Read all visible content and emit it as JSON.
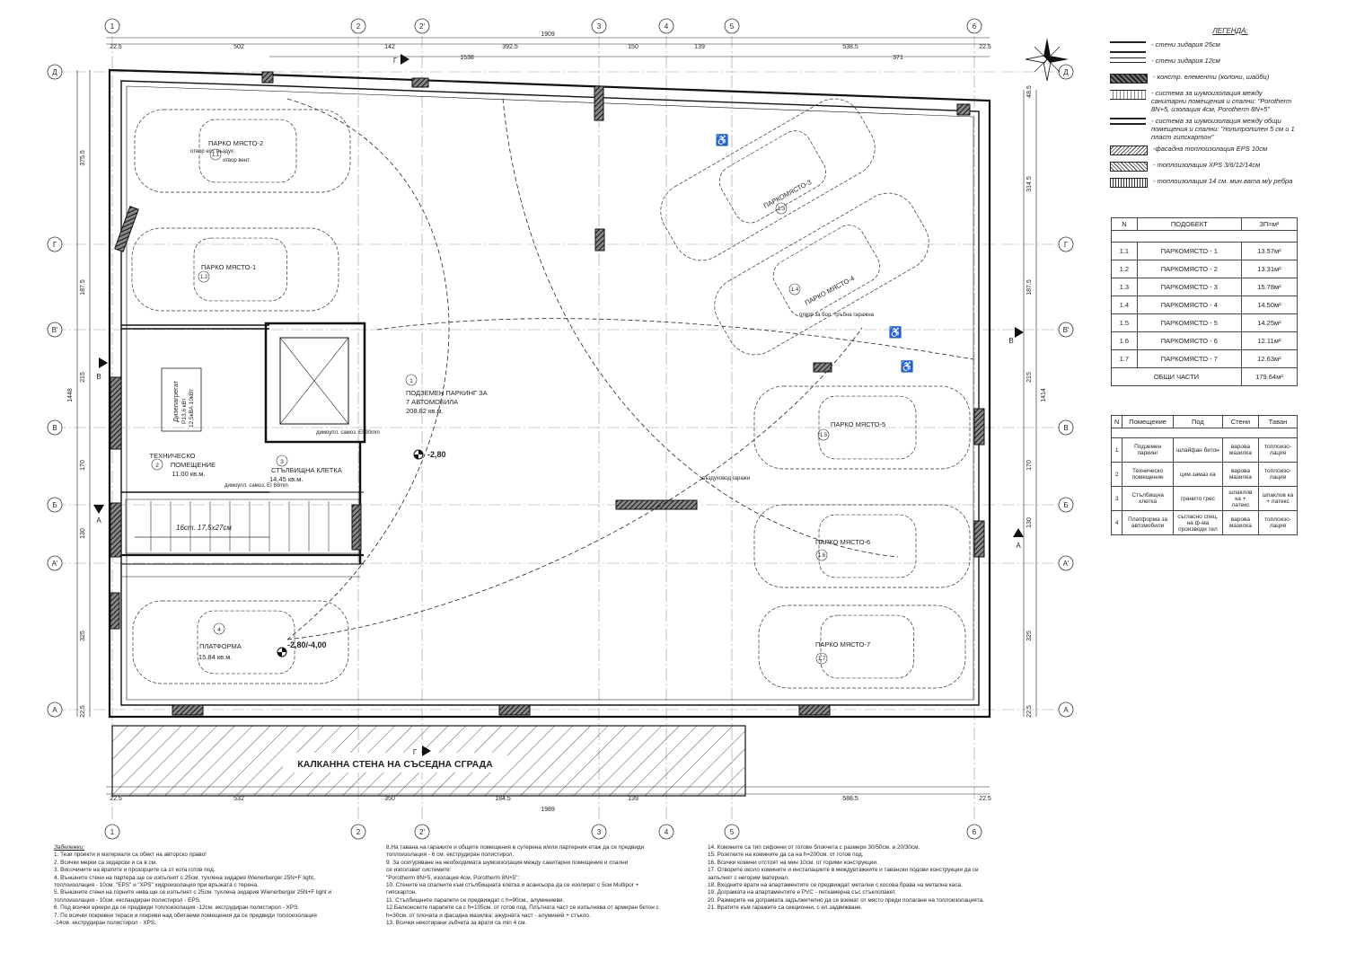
{
  "legend": {
    "title": "ЛЕГЕНДА:",
    "items": [
      {
        "swatch": "wall25",
        "label": "- стени зидария 25см"
      },
      {
        "swatch": "wall12",
        "label": "- стени зидария 12см"
      },
      {
        "swatch": "concrete",
        "label": "- констр. елементи (колони, шайби)"
      },
      {
        "swatch": "acoustic1",
        "label": "- система за шумоизолация между санитарни помещения и спални: \"Porotherm 8N+5, изолация 4см, Porotherm 8N+5\""
      },
      {
        "swatch": "acoustic2",
        "label": "- система за шумоизолация между общи помещения и спални: \"полипропилен 5 см и 1 пласт гипскартон\""
      },
      {
        "swatch": "eps",
        "label": "-фасадна топлоизолация EPS 10см"
      },
      {
        "swatch": "xps",
        "label": "- топлоизолация XPS 3/6/12/14см"
      },
      {
        "swatch": "wool",
        "label": "- топлоизолация 14 см. мин.вата м/у ребра"
      }
    ]
  },
  "areas_table": {
    "headers": [
      "N",
      "ПОДОБЕКТ",
      "ЗП=м²"
    ],
    "rows": [
      [
        "1.1",
        "ПАРКОМЯСТО - 1",
        "13.57м²"
      ],
      [
        "1.2",
        "ПАРКОМЯСТО - 2",
        "13.31м²"
      ],
      [
        "1.3",
        "ПАРКОМЯСТО - 3",
        "15.78м²"
      ],
      [
        "1.4",
        "ПАРКОМЯСТО - 4",
        "14.50м²"
      ],
      [
        "1.5",
        "ПАРКОМЯСТО - 5",
        "14.25м²"
      ],
      [
        "1.6",
        "ПАРКОМЯСТО - 6",
        "12.11м²"
      ],
      [
        "1.7",
        "ПАРКОМЯСТО - 7",
        "12.63м²"
      ]
    ],
    "total_label": "ОБЩИ ЧАСТИ",
    "total_value": "179.64м²"
  },
  "rooms_table": {
    "headers": [
      "N",
      "Помещение",
      "Под",
      "Стени",
      "Таван"
    ],
    "rows": [
      [
        "1",
        "Подземен паркинг",
        "шлайфан бетон",
        "варова мазилка",
        "топлоизо- лация"
      ],
      [
        "2",
        "Техническо помещение",
        "цим.замаз ка",
        "варова мазилка",
        "топлоизо- лация"
      ],
      [
        "3",
        "Стълбищна клетка",
        "гранито грес",
        "шпаклов ка + латекс",
        "шпаклов ка + латекс"
      ],
      [
        "4",
        "Платформа за автомобили",
        "съгласно спец. на ф-ма производи тел",
        "варова мазилка",
        "топлоизо- лация"
      ]
    ]
  },
  "plan": {
    "axes_numeric": [
      "1",
      "2",
      "2'",
      "3",
      "4",
      "5",
      "6"
    ],
    "axes_letter": [
      "Д",
      "Г",
      "В'",
      "В",
      "Б",
      "А'",
      "А"
    ],
    "top_dims": [
      "22.5",
      "502",
      "142",
      "392.5",
      "150",
      "139",
      "538.5",
      "22.5"
    ],
    "top_total": "1909",
    "top_dims2": [
      "1538",
      "371"
    ],
    "bottom_dims": [
      "22.5",
      "532",
      "350",
      "184.5",
      "139",
      "588.5",
      "22.5"
    ],
    "bottom_total": "1989",
    "left_dims": [
      "375.5",
      "187.5",
      "215",
      "170",
      "130",
      "325",
      "22.5"
    ],
    "left_total": "1448",
    "right_dims": [
      "48.5",
      "314.5",
      "187.5",
      "215",
      "170",
      "130",
      "325",
      "22.5"
    ],
    "right_total": "1414",
    "rooms": [
      {
        "label": "ПАРКО МЯСТО-2",
        "tag": "1.1"
      },
      {
        "label": "ПАРКО МЯСТО-1",
        "tag": "1.2"
      },
      {
        "label": "ПАРКОМЯСТО-3",
        "tag": "1.3"
      },
      {
        "label": "ПАРКО МЯСТО-4",
        "tag": "1.4"
      },
      {
        "label": "ПАРКО МЯСТО-5",
        "tag": "1.5"
      },
      {
        "label": "ПАРКО МЯСТО-6",
        "tag": "1.6"
      },
      {
        "label": "ПАРКО МЯСТО-7",
        "tag": "1.7"
      }
    ],
    "main_parking": {
      "no": "1",
      "l1": "ПОДЗЕМЕН ПАРКИНГ ЗА",
      "l2": "7 АВТОМОБИЛА",
      "l3": "208.82 кв.м."
    },
    "tech": {
      "no": "2",
      "l1": "ТЕХНИЧЕСКО",
      "l2": "ПОМЕЩЕНИЕ",
      "l3": "11.00 кв.м."
    },
    "stair": {
      "no": "3",
      "l1": "СТЪЛБИЩНА КЛЕТКА",
      "l2": "14.45 кв.м."
    },
    "platform": {
      "no": "4",
      "l1": "ПЛАТФОРМА",
      "l2": "15.84 кв.м.",
      "level": "-2,80/-4,00"
    },
    "level_main": "-2,80",
    "neighbor_wall": "КАЛКАННА СТЕНА НА СЪСЕДНА СГРАДА",
    "generator_lines": [
      "Дизелагрегат",
      "P13,6 кВт",
      "12,5кВА 10кВт"
    ],
    "stair_note": "16ст. 17,5х27см",
    "door_notes": [
      "димоупл. самоз. EI 60min",
      "димоупл. самоз. EI 90min",
      "отвор вент.",
      "отвор за бол. тръбна гаражна",
      "въздуховод гаражи",
      "отвор ест. въздух"
    ],
    "section_marks": [
      "А",
      "А",
      "В",
      "В",
      "Г",
      "Г"
    ]
  },
  "notes": {
    "col1": [
      "Забележки:",
      "1. Тези проекти и материали са обект на авторско право!",
      "2. Всички мерки са зидарски и са в см.",
      "3. Височините на вратите и прозорците са от кота готов под.",
      "4. Външните стени на партера ще се изпълнят с 25см. тухлена зидария Wienerberger 25N+F light,",
      "   топлоизолация - 10см. \"EPS\" и \"XPS\" хидроизолация при връзката с терена.",
      "5. Външните стени на горните нива ще се изпълнят с 25см. тухлена зидария Wienerberger 25N+F light и",
      "   топлоизолация - 10см. експандиран полистирол - EPS.",
      "6. Под всички еркери да се предвиди топлоизолация -12см. екструдиран полистирол - XPS.",
      "7. По всички покривни тераси и покриви над обитаеми помещения да се предвиди топлоизолация",
      "   -14см. екструдиран полистирол - XPS."
    ],
    "col2": [
      "8.На тавана на гаражите и общите помещения в сутерена и/или партерния етаж да се предвиди",
      "   топлоизолация - 6 см. екструдиран полистирол.",
      "9. За осигуряване на необходимата шумоизолация между санитарни помещения и спални",
      "   се използват системите:",
      "   \"Porotherm 8N+5, изолация 4см, Porotherm 8N+5\";",
      "10. Стените на спалните към стълбищната клетка и асансьора да се изолират с 5см Multipor +",
      "   гипскартон.",
      "11. Стълбищните парапети се предвиждат с h=90см., алуминиеви.",
      "12.Балконските парапети са с h=105см. от готов под. Плътната част се изпълнява от армиран бетон с",
      "   h=30см. от плочата и фасадна мазилка; ажурната част - алуминий + стъкло.",
      "13. Всички некотирани зъбчета за врати са min 4 см."
    ],
    "col3": [
      "14. Комините са тип сифонни от готови блокчета с размери 30/50см. и 20/30см.",
      "15. Розетките на комините да са на h=200см. от готов под.",
      "16. Всички комини отстоят на мин 10см. от горими конструкции.",
      "17. Отворите около комините и инсталациите в междуетажните и тавански подови конструкции да се",
      "    запълнят с негорим материал.",
      "18. Входните врати на апартаментите се предвиждат метални с косова брава на метална каса.",
      "19. Дограмата на апартаментите е PVC - петкамерна със стъклопакет.",
      "20. Размерите на дограмата задължително да се вземат от място преди полагане на топлоизолацията.",
      "21. Вратите към гаражите са секционни, с ел.задвижване."
    ]
  }
}
